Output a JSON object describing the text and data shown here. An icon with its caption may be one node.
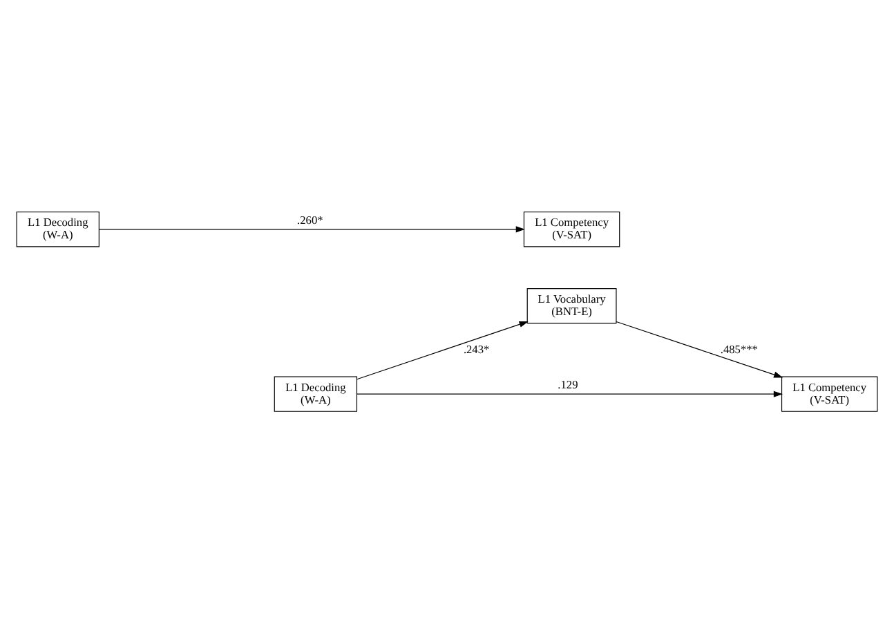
{
  "diagram": {
    "nodes": [
      {
        "text": [
          "L1 Decoding (W-A)"
        ]
      },
      {
        "text": [
          "L1 Competency (V-SAT)"
        ]
      },
      {
        "text": [
          "L1 Vocabulary (BNT-E)"
        ]
      },
      {
        "text": [
          "L1 Decoding (W-A)"
        ]
      },
      {
        "text": [
          "L1 Competency (V-SAT)"
        ]
      }
    ],
    "edges": [
      {
        "from": 0,
        "to": 1,
        "arrow": "to",
        "label": ".260*"
      },
      {
        "from": 3,
        "to": 2,
        "arrow": "to",
        "label": ".243*"
      },
      {
        "from": 2,
        "to": 4,
        "arrow": "to",
        "label": ".485***"
      },
      {
        "from": 3,
        "to": 4,
        "arrow": "to",
        "label": ".129"
      }
    ]
  }
}
